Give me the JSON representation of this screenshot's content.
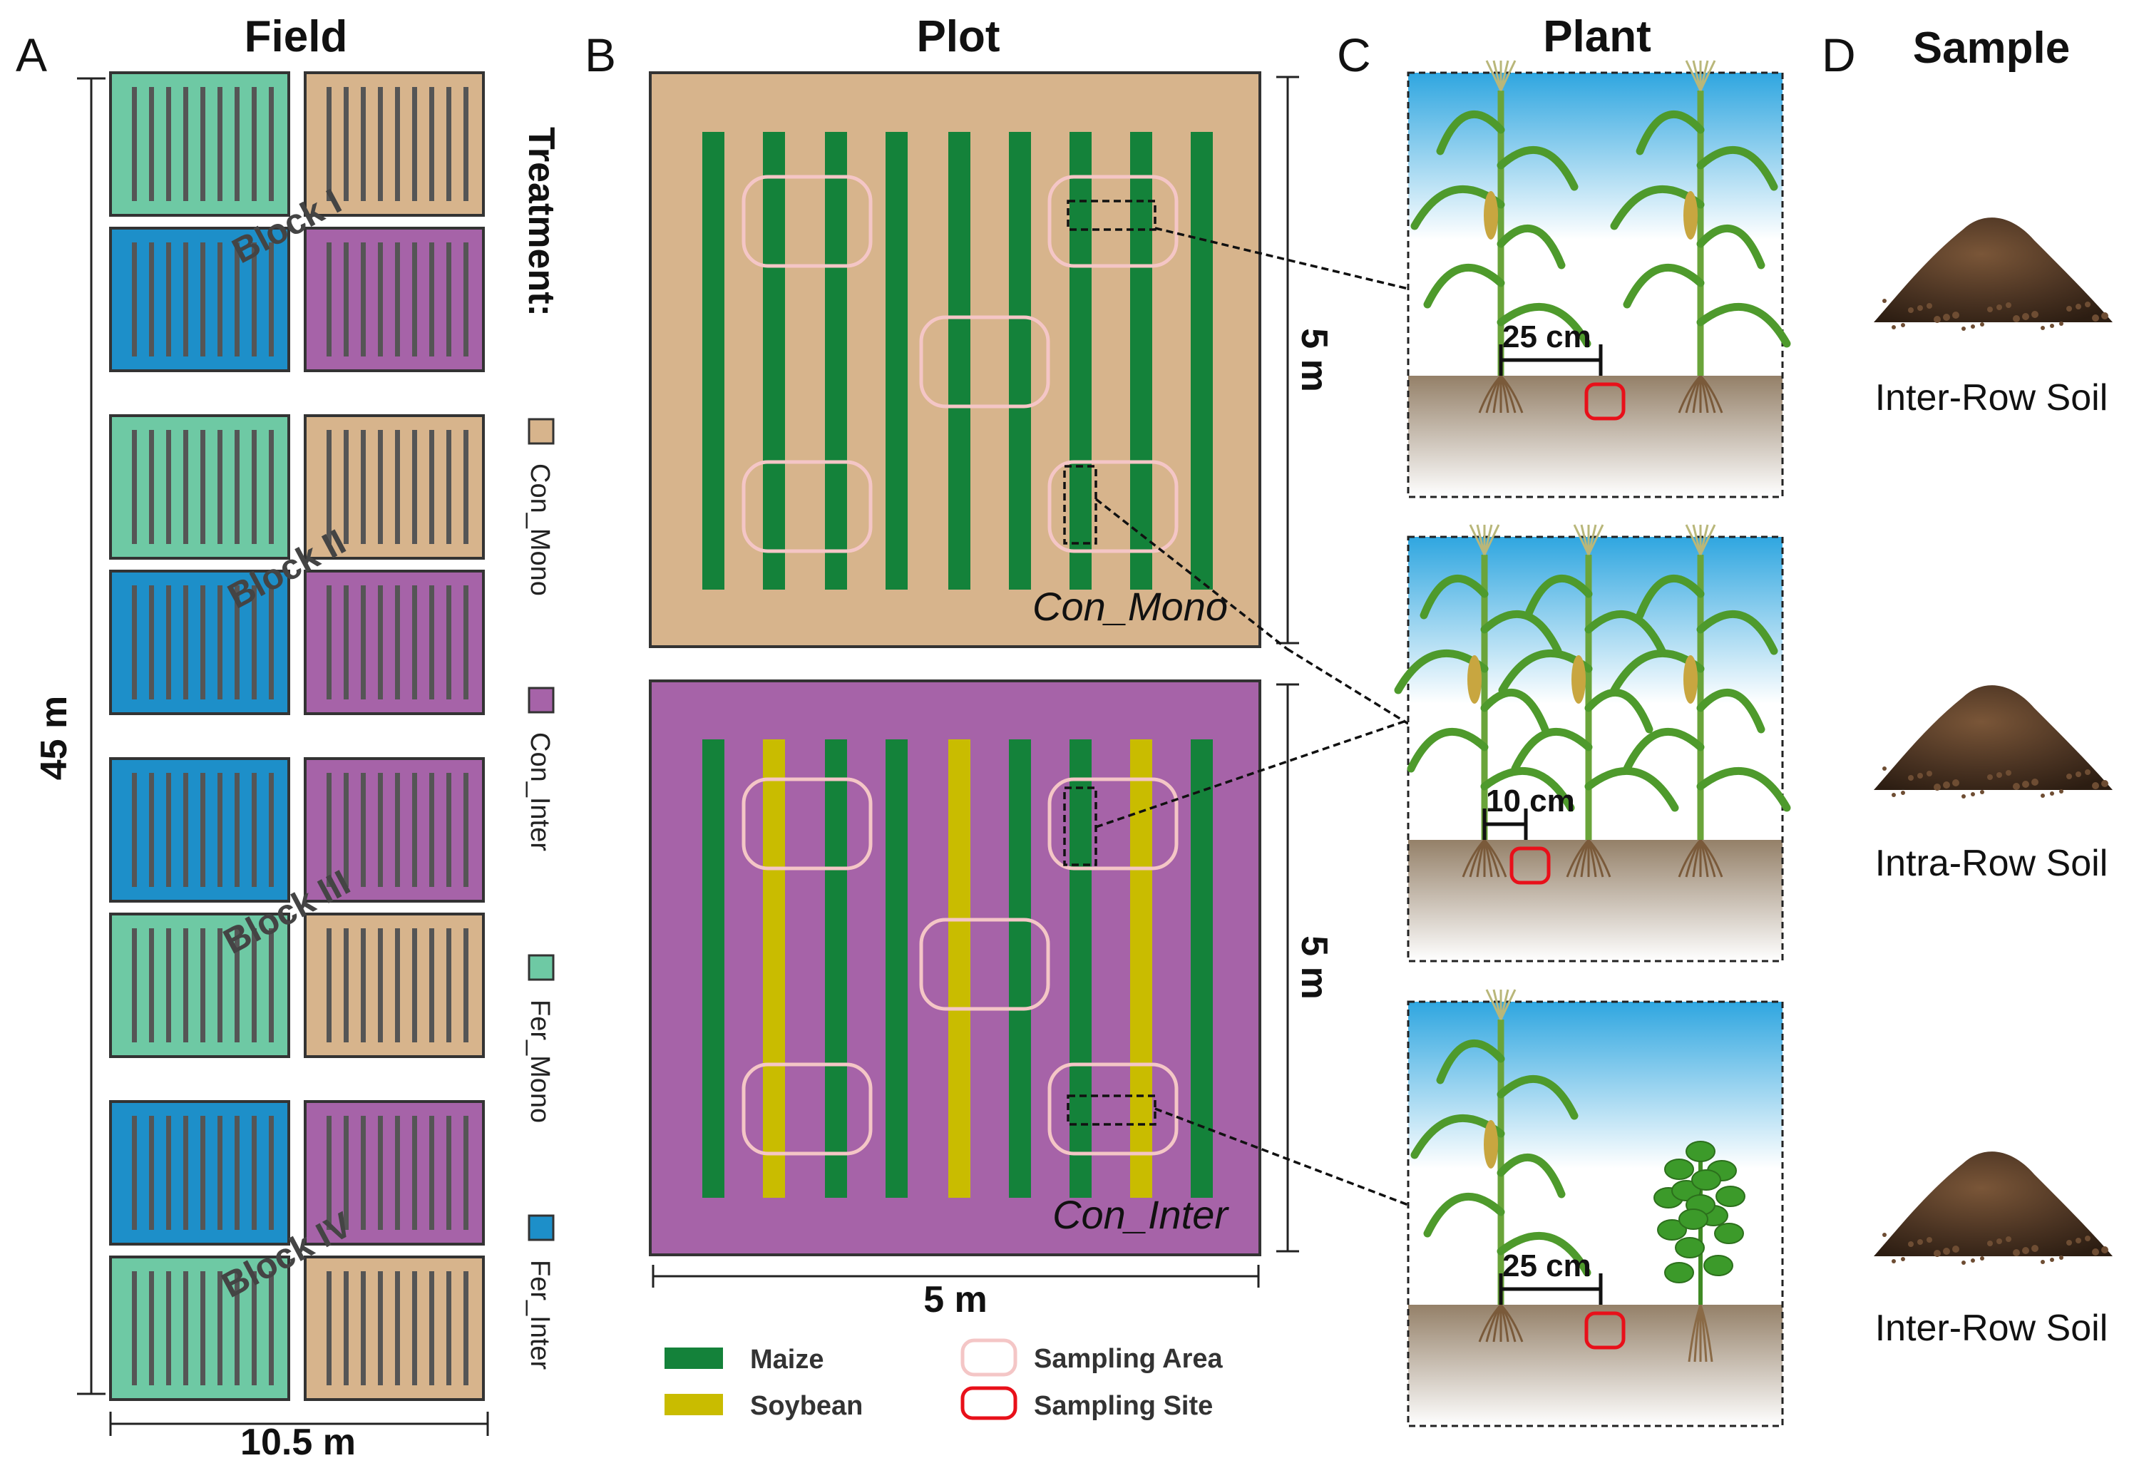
{
  "panels": {
    "a": {
      "letter": "A",
      "title": "Field"
    },
    "b": {
      "letter": "B",
      "title": "Plot"
    },
    "c": {
      "letter": "C",
      "title": "Plant"
    },
    "d": {
      "letter": "D",
      "title": "Sample"
    }
  },
  "field": {
    "height_label": "45 m",
    "width_label": "10.5 m",
    "blocks": [
      {
        "label": "Block I",
        "plots": [
          "Fer_Mono",
          "Con_Mono",
          "Fer_Inter",
          "Con_Inter"
        ]
      },
      {
        "label": "Block II",
        "plots": [
          "Fer_Mono",
          "Con_Mono",
          "Fer_Inter",
          "Con_Inter"
        ]
      },
      {
        "label": "Block III",
        "plots": [
          "Fer_Inter",
          "Con_Inter",
          "Fer_Mono",
          "Con_Mono"
        ]
      },
      {
        "label": "Block IV",
        "plots": [
          "Fer_Inter",
          "Con_Inter",
          "Fer_Mono",
          "Con_Mono"
        ]
      }
    ]
  },
  "treatment": {
    "heading": "Treatment:",
    "items": [
      {
        "key": "Con_Mono",
        "label": "Con_Mono",
        "color": "#d7b48c"
      },
      {
        "key": "Con_Inter",
        "label": "Con_Inter",
        "color": "#a663a8"
      },
      {
        "key": "Fer_Mono",
        "label": "Fer_Mono",
        "color": "#6ec9a4"
      },
      {
        "key": "Fer_Inter",
        "label": "Fer_Inter",
        "color": "#1d8fc9"
      }
    ]
  },
  "plot": {
    "top_tag": "Con_Mono",
    "bottom_tag": "Con_Inter",
    "top_size_label": "5 m",
    "bottom_size_label": "5 m",
    "width_label": "5 m",
    "top_rows": [
      "Maize",
      "Maize",
      "Maize",
      "Maize",
      "Maize",
      "Maize",
      "Maize",
      "Maize",
      "Maize"
    ],
    "bottom_rows": [
      "Maize",
      "Soybean",
      "Maize",
      "Maize",
      "Soybean",
      "Maize",
      "Maize",
      "Soybean",
      "Maize"
    ]
  },
  "legend": {
    "maize": "Maize",
    "soybean": "Soybean",
    "sampling_area": "Sampling Area",
    "sampling_site": "Sampling Site"
  },
  "plant_panels": [
    {
      "distance": "25 cm",
      "crops": [
        "maize",
        "maize"
      ]
    },
    {
      "distance": "10 cm",
      "crops": [
        "maize",
        "maize",
        "maize"
      ]
    },
    {
      "distance": "25 cm",
      "crops": [
        "maize",
        "soybean"
      ]
    }
  ],
  "samples": [
    {
      "label": "Inter-Row Soil"
    },
    {
      "label": "Intra-Row Soil"
    },
    {
      "label": "Inter-Row Soil"
    }
  ],
  "colors": {
    "maize_row": "#14823a",
    "soybean_row": "#c9bc00",
    "plot_mono_bg": "#d7b48c",
    "plot_inter_bg": "#a663a8",
    "sampling_area": "#f4c6c6",
    "sampling_site": "#e8101a",
    "sky_top": "#2fa6e0",
    "soil_top": "#948068",
    "soil_pile": "#4a3322"
  }
}
